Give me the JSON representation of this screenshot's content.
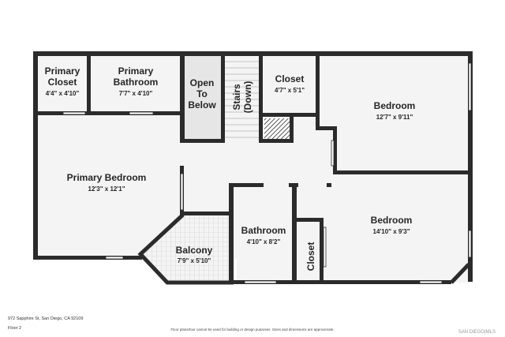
{
  "rooms": {
    "primary_closet": {
      "name_lines": [
        "Primary",
        "Closet"
      ],
      "dims": "4'4\" x 4'10\""
    },
    "primary_bathroom": {
      "name_lines": [
        "Primary",
        "Bathroom"
      ],
      "dims": "7'7\" x 4'10\""
    },
    "open_to_below": {
      "name_lines": [
        "Open",
        "To",
        "Below"
      ]
    },
    "stairs": {
      "name_lines": [
        "Stairs",
        "(Down)"
      ]
    },
    "closet_top": {
      "name": "Closet",
      "dims": "4'7\" x 5'1\""
    },
    "bedroom_top": {
      "name": "Bedroom",
      "dims": "12'7\" x 9'11\""
    },
    "primary_bedroom": {
      "name": "Primary Bedroom",
      "dims": "12'3\" x 12'1\""
    },
    "balcony": {
      "name": "Balcony",
      "dims": "7'9\" x 5'10\""
    },
    "bathroom": {
      "name": "Bathroom",
      "dims": "4'10\" x 8'2\""
    },
    "closet_small": {
      "name": "Closet"
    },
    "bedroom_bottom": {
      "name": "Bedroom",
      "dims": "14'10\" x 9'3\""
    }
  },
  "footer": {
    "address": "972 Sapphire St, San Diego, CA 92109",
    "floor": "Floor 2",
    "disclaimer": "Floor plans/tour cannot be used for building or design purposes. Sizes and dimensions are approximate.",
    "logo": "SAN DIEGO|MLS"
  },
  "colors": {
    "wall": "#2b2b2b",
    "floor": "#f4f4f4",
    "open_to_below": "#e6e6e6",
    "window": "#ffffff",
    "text": "#262626"
  }
}
